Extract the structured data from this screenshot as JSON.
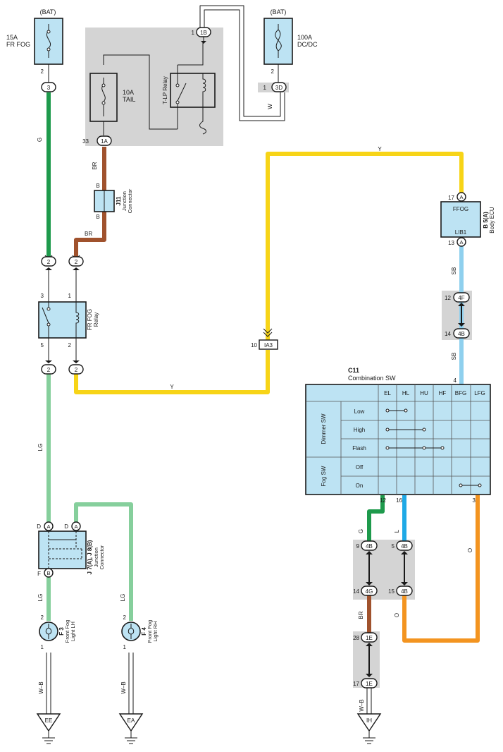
{
  "sources": {
    "bat_left": "(BAT)",
    "bat_right": "(BAT)"
  },
  "fuses": {
    "fr_fog_amp": "15A",
    "fr_fog_name": "FR FOG",
    "tail_amp": "10A",
    "tail_name": "TAIL",
    "dcdc_amp": "100A",
    "dcdc_name": "DC/DC"
  },
  "relays": {
    "tlp": "T-LP Relay",
    "frfog_line1": "FR FOG",
    "frfog_line2": "Relay"
  },
  "components": {
    "j11_id": "J11",
    "j11_line1": "Junction",
    "j11_line2": "Connector",
    "ecu_id": "B 5(A)",
    "ecu_name": "Body ECU",
    "ecu_pin_top": "FFOG",
    "ecu_pin_bottom": "LIB1",
    "j7_id": "J 7(A), J 8(B)",
    "j7_line1": "Junction",
    "j7_line2": "Connector",
    "f3_id": "F 3",
    "f3_line1": "Front Fog",
    "f3_line2": "Light LH",
    "f4_id": "F 4",
    "f4_line1": "Front Fog",
    "f4_line2": "Light RH",
    "c11_id": "C11",
    "c11_name": "Combination SW"
  },
  "connectors": {
    "c3": "3",
    "c1b": "1B",
    "c3d": "3D",
    "c1a": "1A",
    "c2a": "2",
    "c2b": "2",
    "c2c": "2",
    "c2d": "2",
    "ia3": "IA3",
    "ecu_a_top": "A",
    "ecu_a_bottom": "A",
    "c4f": "4F",
    "c4b_a": "4B",
    "j_da": "A",
    "j_db": "A",
    "j_fb": "B",
    "c4b_b": "4B",
    "c4b_c": "4B",
    "c4g": "4G",
    "c4b_d": "4B",
    "c1e_a": "1E",
    "c1e_b": "1E"
  },
  "pins": {
    "p_fuse_l": "2",
    "p_1b": "1",
    "p_dc": "2",
    "p_3d": "1",
    "p_1a": "33",
    "p_j11_top": "B",
    "p_j11_bot": "B",
    "p_rly3": "3",
    "p_rly1": "1",
    "p_rly5": "5",
    "p_rly2": "2",
    "p_ia3": "10",
    "p_ecu17": "17",
    "p_ecu13": "13",
    "p_4f": "12",
    "p_4b": "14",
    "p_c11_4": "4",
    "p_jd1": "D",
    "p_jd2": "D",
    "p_jf": "F",
    "p_f3_2": "2",
    "p_f3_1": "1",
    "p_f4_2": "2",
    "p_f4_1": "1",
    "p_c11_12": "12",
    "p_c11_16": "16",
    "p_c11_3": "3",
    "p_9": "9",
    "p_5": "5",
    "p_14": "14",
    "p_15": "15",
    "p_28": "28",
    "p_17": "17"
  },
  "wires": {
    "g1": "G",
    "br1": "BR",
    "br2": "BR",
    "w1": "W",
    "y1": "Y",
    "y2": "Y",
    "sb1": "SB",
    "sb2": "SB",
    "lg1": "LG",
    "lg2": "LG",
    "lg3": "LG",
    "wb1": "W–B",
    "wb2": "W–B",
    "wb3": "W–B",
    "g2": "G",
    "l1": "L",
    "o1": "O",
    "o2": "O",
    "br3": "BR"
  },
  "grounds": {
    "ee": "EE",
    "ea": "EA",
    "ih": "IH"
  },
  "switch_table": {
    "columns": [
      "EL",
      "HL",
      "HU",
      "HF",
      "BFG",
      "LFG"
    ],
    "group1": "Dimmer SW",
    "group2": "Fog SW",
    "rows": [
      "Low",
      "High",
      "Flash",
      "Off",
      "On"
    ]
  },
  "colors": {
    "wire_green": "#1e9a4c",
    "wire_light_green": "#86cf9c",
    "wire_brown": "#a0522d",
    "wire_yellow": "#f7d417",
    "wire_sky_blue": "#8fd0ee",
    "wire_blue": "#1fa9e6",
    "wire_orange": "#f39420",
    "component_fill": "#bde3f3",
    "shade_gray": "#d4d4d4"
  },
  "icons": [
    "fuse-icon",
    "relay-coil-icon",
    "relay-switch-icon",
    "lamp-icon",
    "ground-icon",
    "connector-pill-icon"
  ]
}
